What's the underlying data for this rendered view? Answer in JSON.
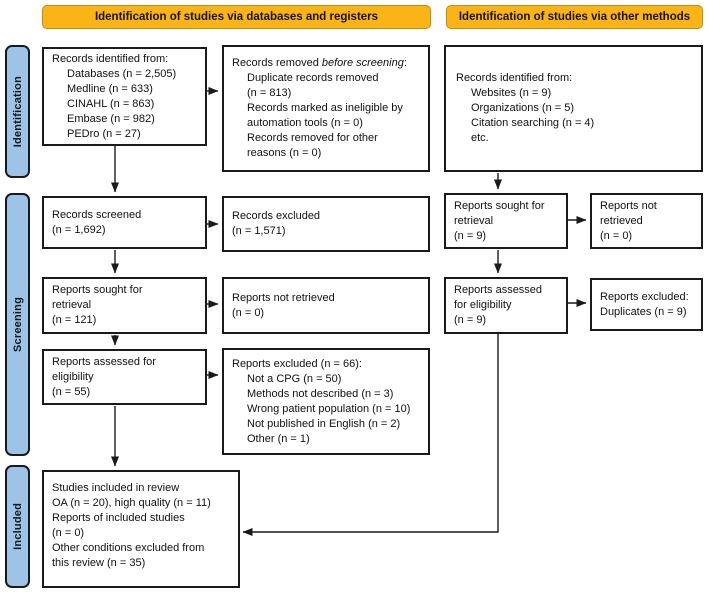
{
  "colors": {
    "header_bg": "#FAB416",
    "header_border": "#C98B0B",
    "stage_bg": "#9DC3E6"
  },
  "headers": {
    "databases": "Identification of studies via databases and registers",
    "other": "Identification of studies via other methods"
  },
  "stages": {
    "identification": "Identification",
    "screening": "Screening",
    "included": "Included"
  },
  "boxes": {
    "records_identified_db": {
      "title": "Records identified from:",
      "items": [
        "Databases (n = 2,505)",
        "Medline (n = 633)",
        "CINAHL (n = 863)",
        "Embase (n = 982)",
        "PEDro (n = 27)"
      ]
    },
    "records_removed": {
      "title_prefix": "Records removed ",
      "title_italic": "before screening",
      "title_suffix": ":",
      "items": [
        "Duplicate records removed",
        "(n = 813)",
        "Records marked as ineligible by",
        "automation tools (n = 0)",
        "Records removed for other",
        "reasons (n = 0)"
      ]
    },
    "records_identified_other": {
      "title": "Records identified from:",
      "items": [
        "Websites (n = 9)",
        "Organizations (n = 5)",
        "Citation searching (n = 4)",
        "etc."
      ]
    },
    "records_screened": {
      "lines": [
        "Records screened",
        "(n = 1,692)"
      ]
    },
    "records_excluded": {
      "lines": [
        "Records excluded",
        "(n = 1,571)"
      ]
    },
    "reports_sought_db": {
      "lines": [
        "Reports sought for",
        "retrieval",
        "(n = 121)"
      ]
    },
    "reports_not_retrieved_db": {
      "lines": [
        "Reports not retrieved",
        "(n = 0)"
      ]
    },
    "reports_assessed_db": {
      "lines": [
        "Reports assessed for",
        "eligibility",
        "(n = 55)"
      ]
    },
    "reports_excluded_detail": {
      "title": "Reports excluded (n = 66):",
      "items": [
        "Not a CPG (n = 50)",
        "Methods not described (n = 3)",
        "Wrong patient population (n = 10)",
        "Not published in English (n = 2)",
        "Other (n = 1)"
      ]
    },
    "reports_sought_other": {
      "lines": [
        "Reports sought for",
        "retrieval",
        "(n = 9)"
      ]
    },
    "reports_not_retrieved_other": {
      "lines": [
        "Reports not",
        "retrieved",
        "(n = 0)"
      ]
    },
    "reports_assessed_other": {
      "lines": [
        "Reports assessed",
        "for eligibility",
        "(n = 9)"
      ]
    },
    "reports_excluded_dup": {
      "lines": [
        "Reports excluded:",
        "Duplicates (n = 9)"
      ]
    },
    "included_studies": {
      "lines": [
        "Studies included in review",
        "OA (n = 20), high quality (n = 11)",
        "Reports of included studies",
        "(n = 0)",
        "Other conditions excluded from",
        "this review (n = 35)"
      ]
    }
  }
}
